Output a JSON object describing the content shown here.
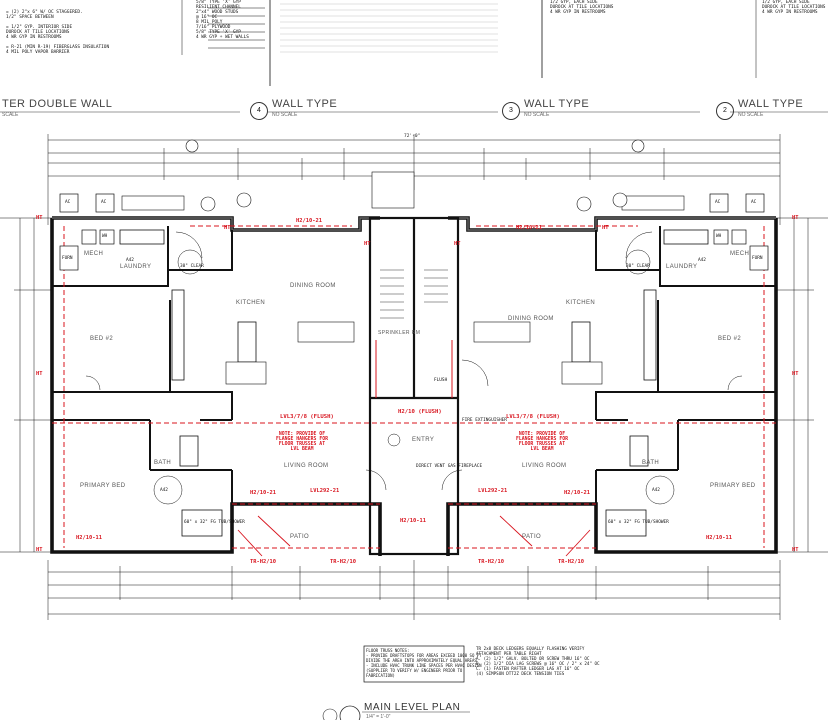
{
  "notes_top_left": "= (2) 2\"x 6\" W/ OC STAGGERED.\n1/2\" SPACE BETWEEN\n\n= 1/2\" GYP. INTERIOR SIDE\nDUROCK AT TILE LOCATIONS\n4 WR GYP IN RESTROOMS\n\n= R-21 (MIN R-19) FIBERGLASS INSULATION\n4 MIL POLY VAPOR BARRIER",
  "notes_top_center": "5/8\" TYPE 'X' GYP\nRESILIENT CHANNEL\n2\"x4\" WOOD STUDS\n@ 16\" OC\n8 MIL POLY\n7/16\" PLYWOOD\n5/8\" TYPE 'X' GYP\n4 WR GYP + WET WALLS",
  "notes_top_right_a": "1/2 GYP, EACH SIDE\nDUROCK AT TILE LOCATIONS\n4 WR GYP IN RESTROOMS",
  "notes_top_right_b": "1/2 GYP, EACH SIDE\nDUROCK AT TILE LOCATIONS\n4 WR GYP IN RESTROOMS",
  "wall_types": [
    {
      "num": "",
      "title": "TER DOUBLE WALL",
      "scale": "SCALE"
    },
    {
      "num": "4",
      "title": "WALL TYPE",
      "scale": "NO SCALE"
    },
    {
      "num": "3",
      "title": "WALL TYPE",
      "scale": "NO SCALE"
    },
    {
      "num": "2",
      "title": "WALL TYPE",
      "scale": "NO SCALE"
    }
  ],
  "overall_dim": "72'-0\"",
  "rooms_left": {
    "mech": "MECH",
    "laundry": "LAUNDRY",
    "kitchen": "KITCHEN",
    "dining": "DINING ROOM",
    "bed2": "BED #2",
    "bath": "BATH",
    "primary_bed": "PRIMARY BED",
    "living": "LIVING ROOM",
    "patio": "PATIO",
    "entry": "ENTRY",
    "sprinkler": "SPRINKLER RM"
  },
  "rooms_right": {
    "mech": "MECH",
    "laundry": "LAUNDRY",
    "kitchen": "KITCHEN",
    "dining": "DINING ROOM",
    "bed2": "BED #2",
    "bath": "BATH",
    "primary_bed": "PRIMARY BED",
    "living": "LIVING ROOM",
    "patio": "PATIO"
  },
  "red_labels": {
    "lvl_left": "LVL3/7/8 (FLUSH)",
    "lvl_center": "H2/10 (FLUSH)",
    "lvl_right": "LVL3/7/8 (FLUSH)",
    "h210_21": "H2/10-21",
    "h210_11": "H2/10-11",
    "lvl292": "LVL292-21",
    "tr": "TR-H2/10",
    "ht": "HT",
    "note_left": "NOTE: PROVIDE OF\nFLANGE HANGERS FOR\nFLOOR TRUSSES AT\nLVL BEAM",
    "note_right": "NOTE: PROVIDE OF\nFLANGE HANGERS FOR\nFLOOR TRUSSES AT\nLVL BEAM"
  },
  "small_labels": {
    "ac": "AC",
    "wh": "WH",
    "furn": "FURN",
    "a42": "A42",
    "clear_box": "30\" CLEAR",
    "tub": "60\" x 32\" FG TUB/SHOWER",
    "fire_ext": "FIRE EXTINGUISHER",
    "direct_vent": "DIRECT VENT GAS FIREPLACE",
    "flush": "FLUSH"
  },
  "floor_truss_notes": "FLOOR TRUSS NOTES:\n- PROVIDE DRAFTSTOPS FOR AREAS EXCEED 1000 SQ FT\nDIVIDE THE AREA INTO APPROXIMATELY EQUAL AREAS\n- INCLUDE HVAC TRUNK LINE SPACES PER HVAC DESIGN\n(SUPPLIER TO VERIFY W/ ENGINEER PRIOR TO\nFABRICATION)",
  "deck_notes": "TR 2x8 DECK LEDGERS EQUALLY FLASHING VERIFY\nATTACHMENT PER TABLE RIGHT\nA. (2) 1/2\" GALV. BOLTED OR SCREW THRU 16\" OC\nB. (2) 1/2\" DIA LAG SCREWS @ 16\" OC / 2\" x 24\" OC\nC. (1) FASTEN RAFTER LEDGER LAG AT 16\" OC\n(4) SIMPSON DTT2Z DECK TENSION TIES",
  "plan_title": "MAIN LEVEL PLAN",
  "plan_scale": "1/4\" = 1'-0\""
}
